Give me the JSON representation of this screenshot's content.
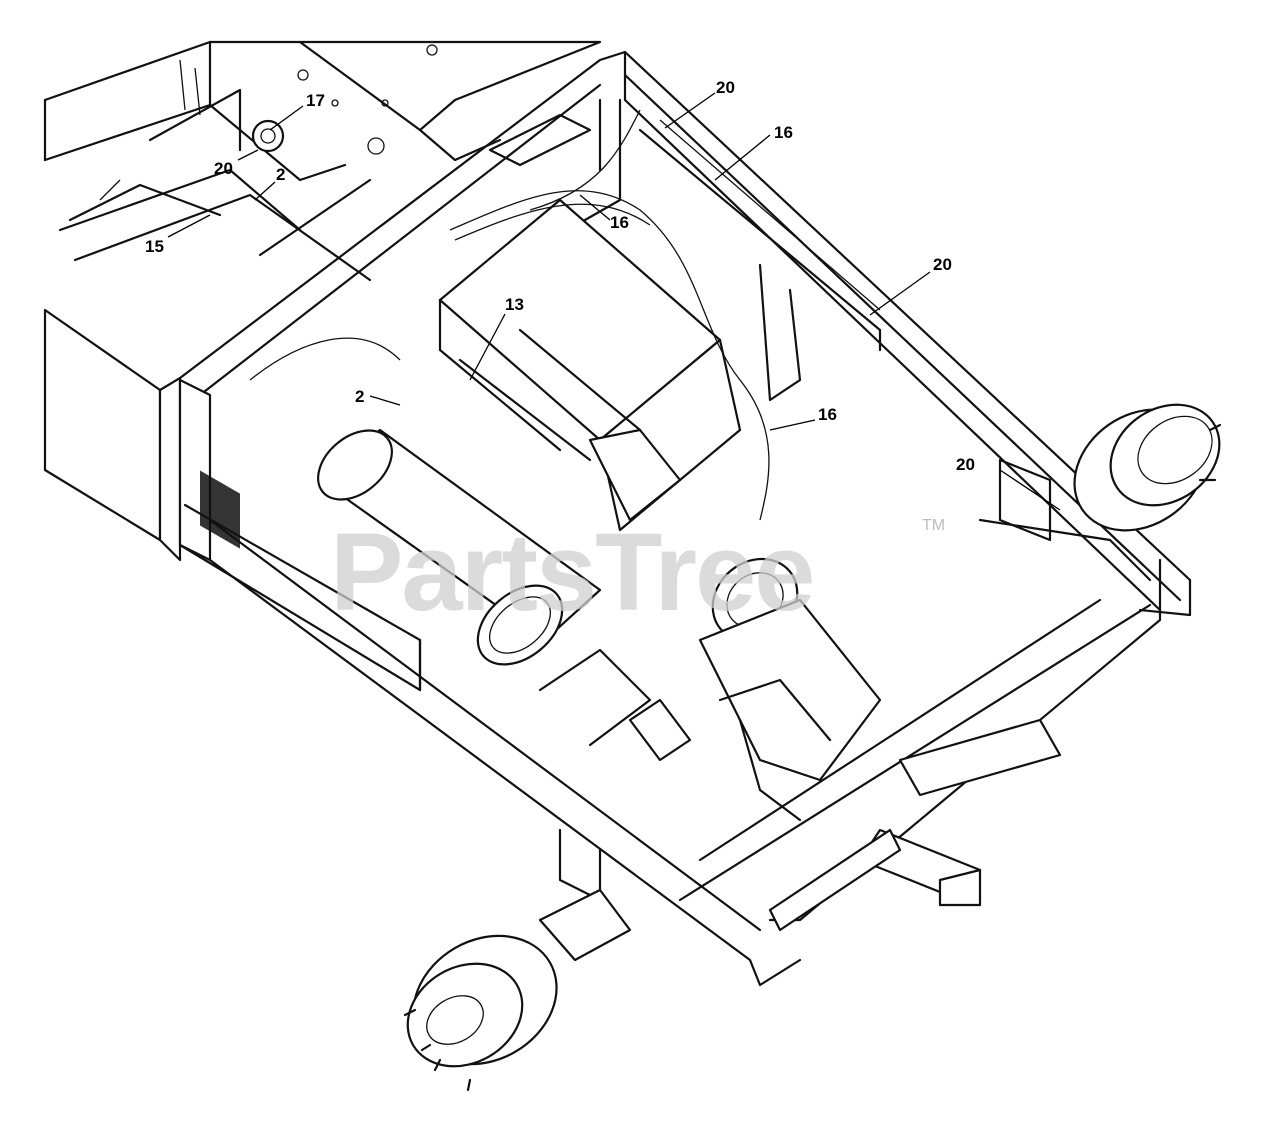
{
  "watermark": {
    "text": "PartsTree",
    "trademark": "TM"
  },
  "callouts": [
    {
      "id": "c17",
      "label": "17"
    },
    {
      "id": "c20a",
      "label": "20"
    },
    {
      "id": "c2a",
      "label": "2"
    },
    {
      "id": "c15",
      "label": "15"
    },
    {
      "id": "c13",
      "label": "13"
    },
    {
      "id": "c2b",
      "label": "2"
    },
    {
      "id": "c20b",
      "label": "20"
    },
    {
      "id": "c16a",
      "label": "16"
    },
    {
      "id": "c16b",
      "label": "16"
    },
    {
      "id": "c20c",
      "label": "20"
    },
    {
      "id": "c16c",
      "label": "16"
    },
    {
      "id": "c20d",
      "label": "20"
    }
  ]
}
